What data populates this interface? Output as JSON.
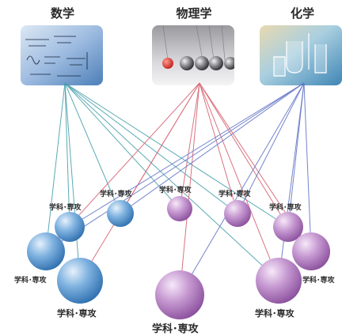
{
  "subjects": [
    {
      "label": "数学"
    },
    {
      "label": "物理学"
    },
    {
      "label": "化学"
    }
  ],
  "node_label": "学科･専攻",
  "colors": {
    "math": "#3f9ca8",
    "physics": "#d45a6a",
    "chemistry": "#5b6fc4",
    "blue_sphere": "#4a8ac8",
    "purple_sphere": "#a873b8"
  }
}
